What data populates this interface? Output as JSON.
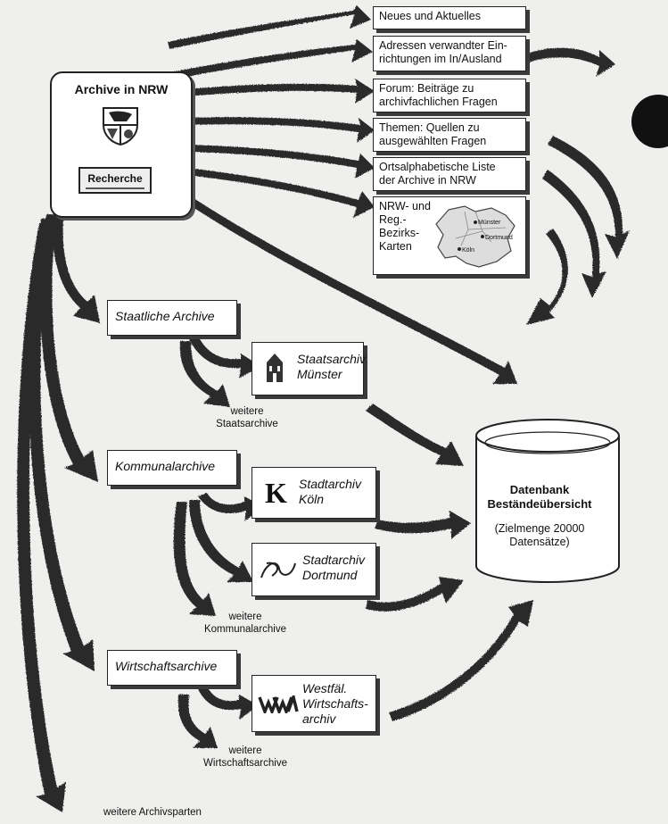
{
  "main": {
    "title": "Archive in NRW",
    "recherche_label": "Recherche"
  },
  "nav": {
    "news": "Neues und Aktuelles",
    "addresses": [
      "Adressen verwandter Ein-",
      "richtungen im In/Ausland"
    ],
    "forum": [
      "Forum: Beiträge zu",
      "archivfachlichen Fragen"
    ],
    "topics": [
      "Themen: Quellen zu",
      "ausgewählten Fragen"
    ],
    "list": [
      "Ortsalphabetische Liste",
      "der Archive in NRW"
    ],
    "maps": [
      "NRW- und",
      "Reg.-",
      "Bezirks-",
      "Karten"
    ],
    "map_labels": [
      "Münster",
      "Dortmund",
      "Köln"
    ]
  },
  "categories": {
    "state": "Staatliche Archive",
    "municipal": "Kommunalarchive",
    "business": "Wirtschaftsarchive",
    "other": "weitere Archivsparten"
  },
  "institutions": {
    "muenster": [
      "Staatsarchiv",
      "Münster"
    ],
    "koeln": [
      "Stadtarchiv",
      "Köln"
    ],
    "koeln_logo": "K",
    "dortmund": [
      "Stadtarchiv",
      "Dortmund"
    ],
    "westfael": [
      "Westfäl.",
      "Wirtschafts-",
      "archiv"
    ]
  },
  "more": {
    "state": [
      "weitere",
      "Staatsarchive"
    ],
    "municipal": [
      "weitere",
      "Kommunalarchive"
    ],
    "business": [
      "weitere",
      "Wirtschaftsarchive"
    ]
  },
  "database": {
    "title": [
      "Datenbank",
      "Beständeübersicht"
    ],
    "subtitle": [
      "(Zielmenge 20000",
      "Datensätze)"
    ]
  },
  "colors": {
    "arrow": "#2b2b2b",
    "box_border": "#222222",
    "background": "#efefed",
    "circle": "#111111"
  },
  "icons": [
    "nrw-coat-of-arms-icon",
    "archive-building-icon",
    "koeln-k-logo-icon",
    "dortmund-logo-icon",
    "wwa-logo-icon"
  ]
}
